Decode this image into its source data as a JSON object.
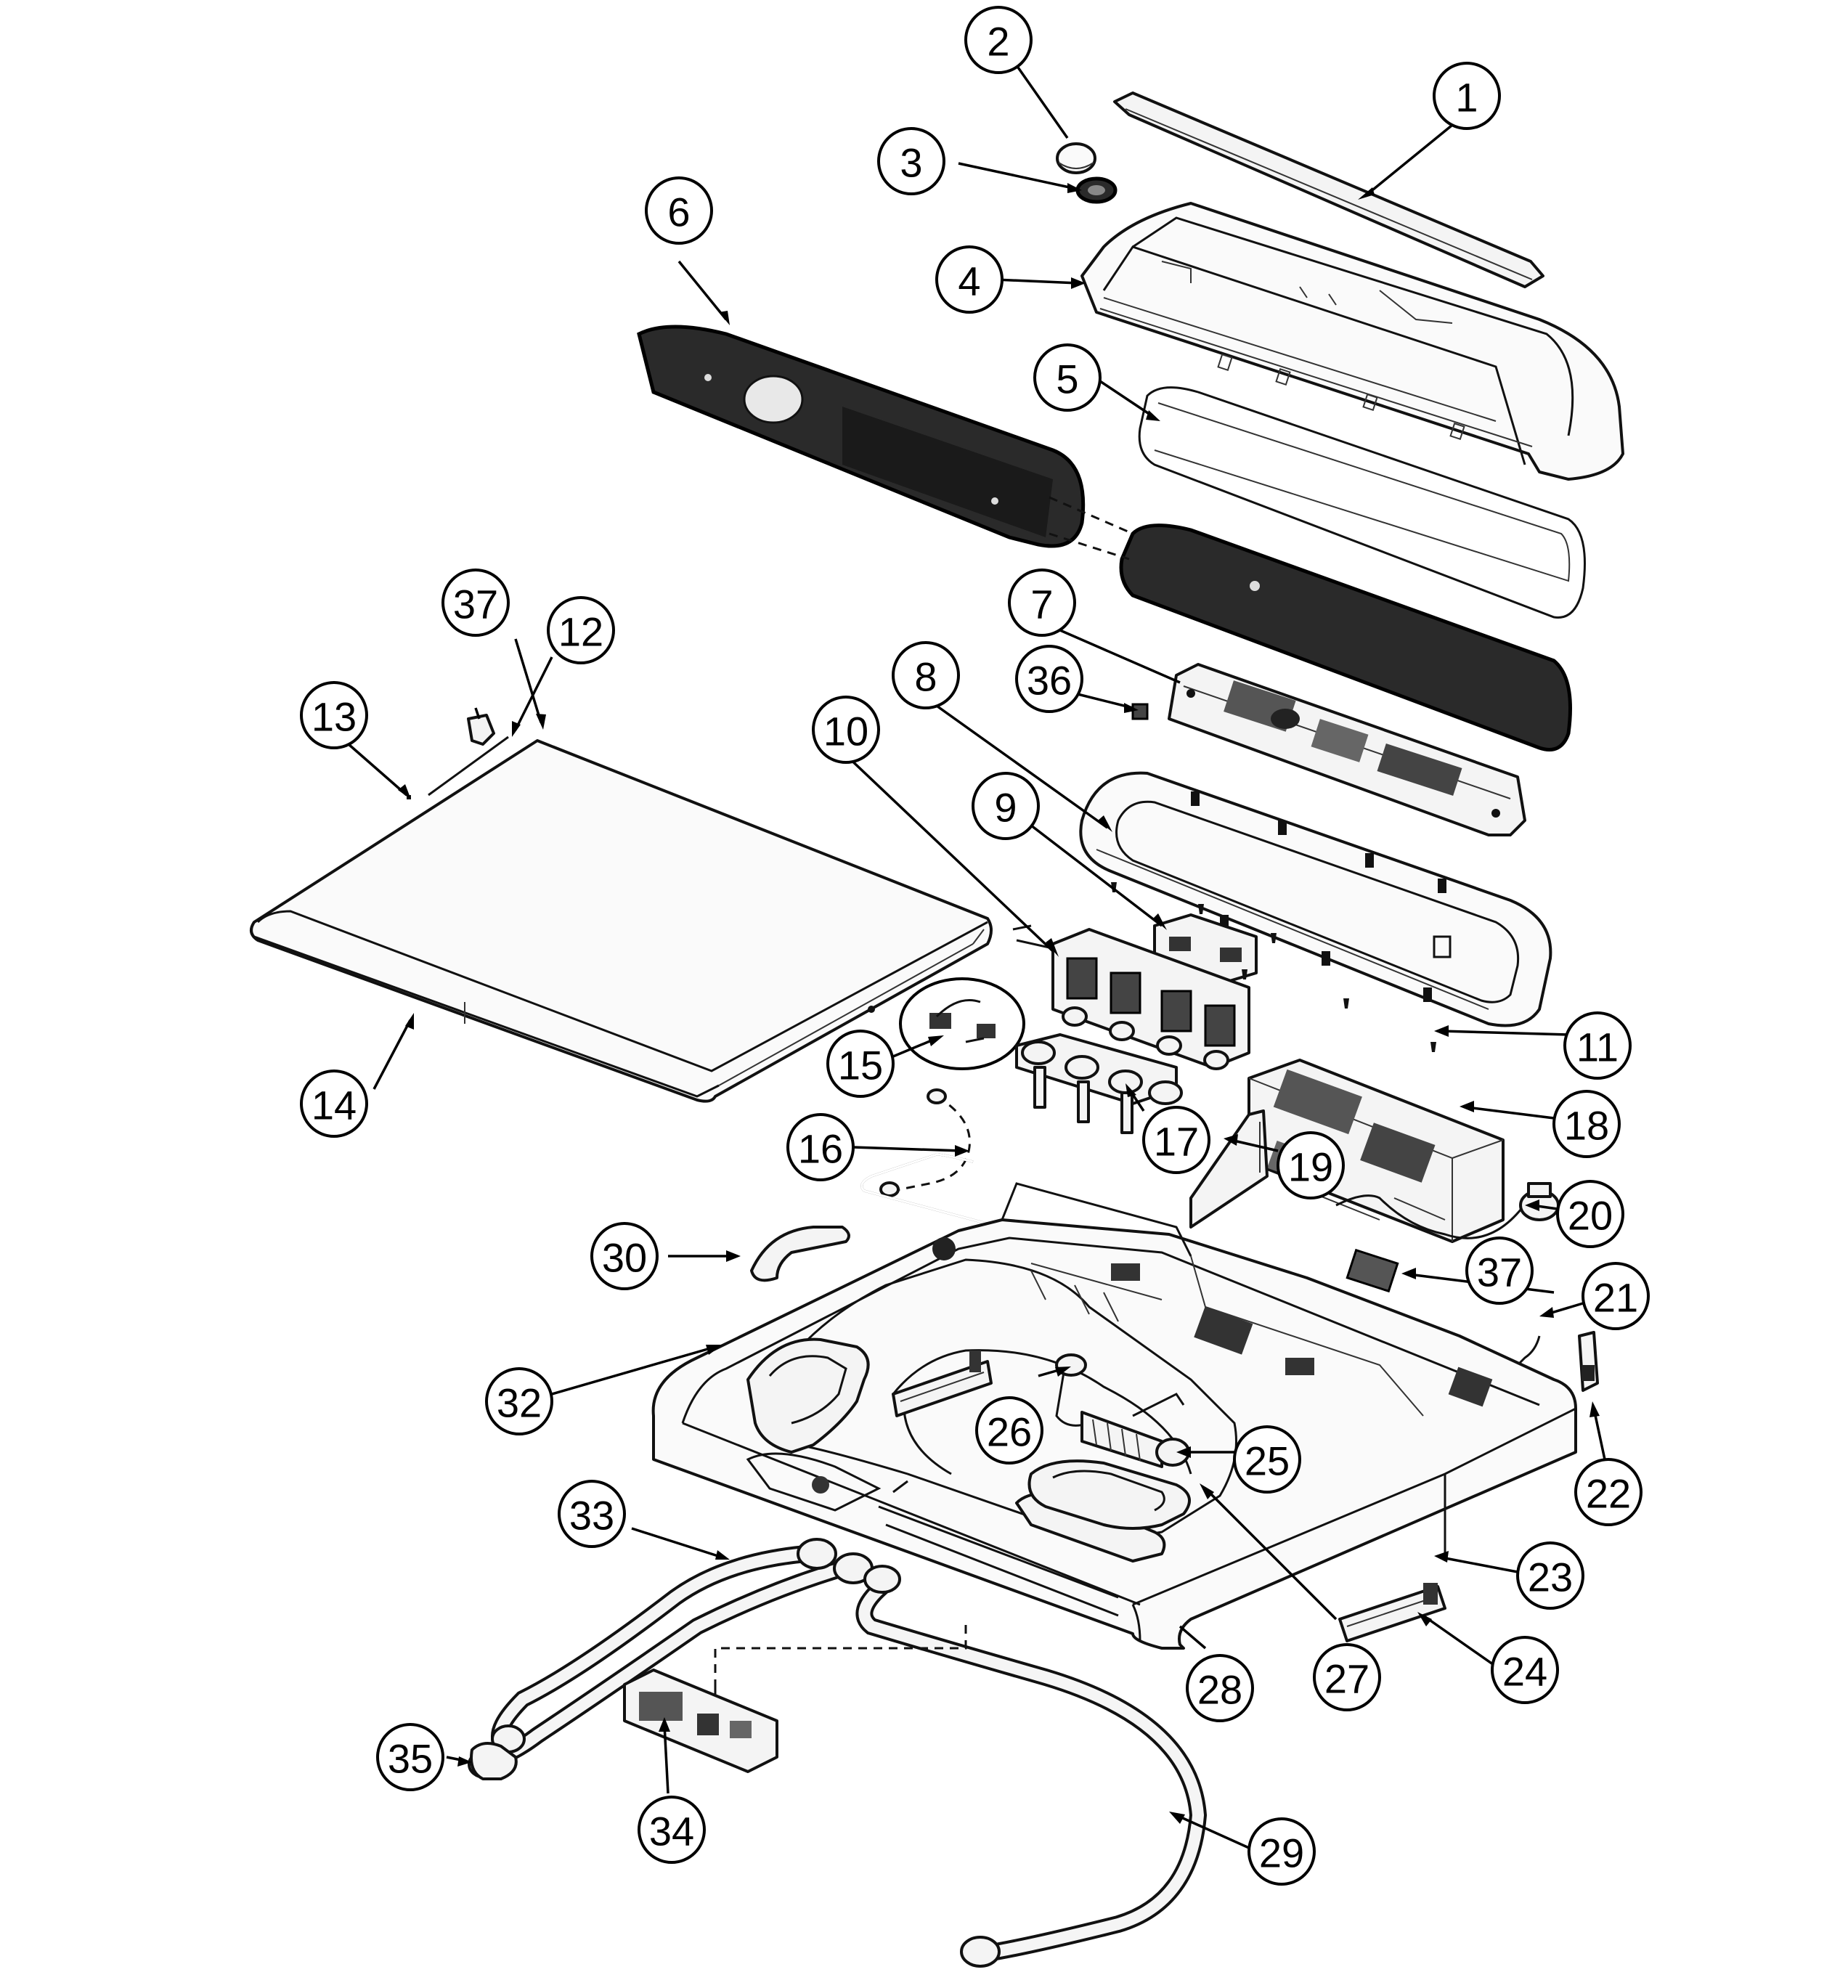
{
  "callouts": [
    {
      "label": "1"
    },
    {
      "label": "2"
    },
    {
      "label": "3"
    },
    {
      "label": "4"
    },
    {
      "label": "5"
    },
    {
      "label": "6"
    },
    {
      "label": "7"
    },
    {
      "label": "8"
    },
    {
      "label": "9"
    },
    {
      "label": "10"
    },
    {
      "label": "11"
    },
    {
      "label": "12"
    },
    {
      "label": "13"
    },
    {
      "label": "14"
    },
    {
      "label": "15"
    },
    {
      "label": "16"
    },
    {
      "label": "17"
    },
    {
      "label": "18"
    },
    {
      "label": "19"
    },
    {
      "label": "20"
    },
    {
      "label": "21"
    },
    {
      "label": "22"
    },
    {
      "label": "23"
    },
    {
      "label": "24"
    },
    {
      "label": "25"
    },
    {
      "label": "26"
    },
    {
      "label": "27"
    },
    {
      "label": "28"
    },
    {
      "label": "29"
    },
    {
      "label": "30"
    },
    {
      "label": "32"
    },
    {
      "label": "33"
    },
    {
      "label": "34"
    },
    {
      "label": "35"
    },
    {
      "label": "36"
    },
    {
      "label": "37"
    },
    {
      "label": "37"
    }
  ]
}
